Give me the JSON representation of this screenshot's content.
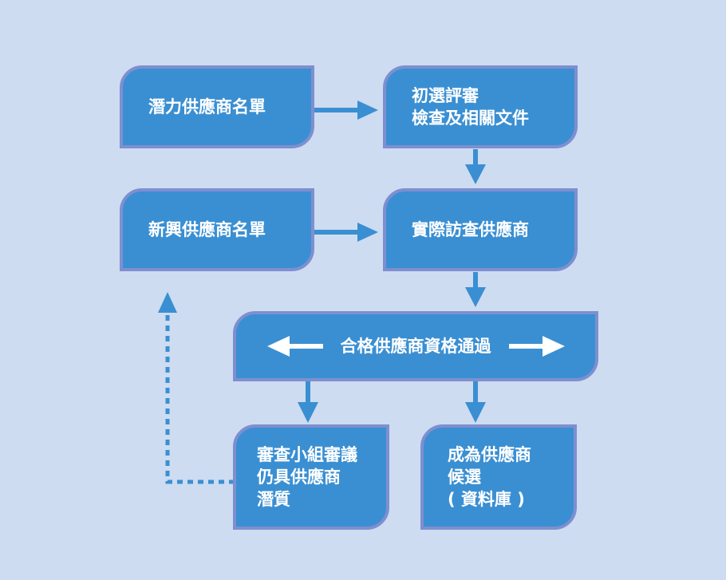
{
  "nodes": {
    "potential": {
      "lines": [
        "潛力供應商名單"
      ]
    },
    "preliminary": {
      "lines": [
        "初選評審",
        "檢查及相關文件"
      ]
    },
    "emerging": {
      "lines": [
        "新興供應商名單"
      ]
    },
    "visit": {
      "lines": [
        "實際訪查供應商"
      ]
    },
    "qualified": {
      "lines": [
        "合格供應商資格通過"
      ]
    },
    "review": {
      "lines": [
        "審查小組審議",
        "仍具供應商",
        "潛質"
      ]
    },
    "candidate": {
      "lines": [
        "成為供應商",
        "候選",
        "( 資料庫 )"
      ]
    }
  },
  "colors": {
    "background": "#cddcf0",
    "box_fill": "#3a8fd2",
    "box_border": "#7e8fd0",
    "arrow": "#3a8fd2",
    "text": "#ffffff"
  }
}
